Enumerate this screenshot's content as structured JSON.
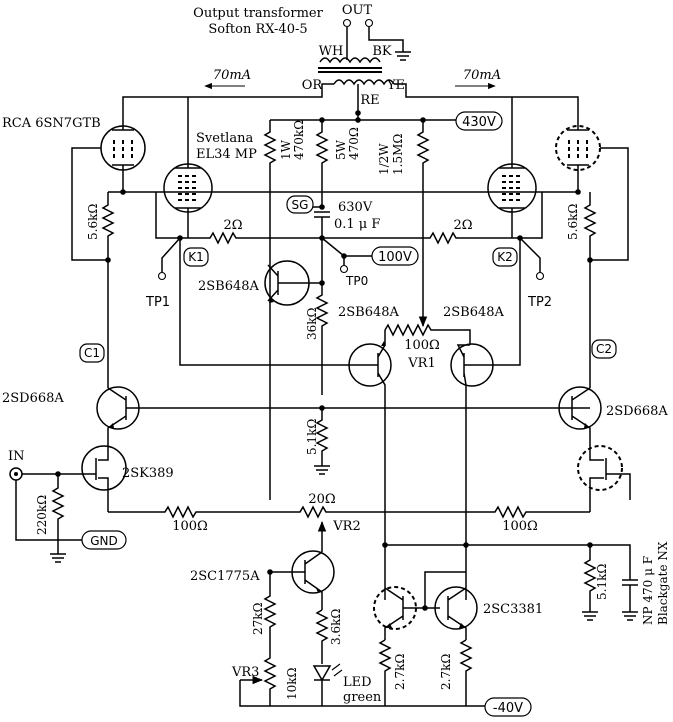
{
  "transformer": {
    "title_line1": "Output transformer",
    "title_line2": "Softon RX-40-5",
    "out": "OUT",
    "wh": "WH",
    "bk": "BK",
    "or": "OR",
    "ye": "YE",
    "re": "RE",
    "current_left": "70mA",
    "current_right": "70mA"
  },
  "tubes": {
    "driver_left": "RCA 6SN7GTB",
    "power_left_line1": "Svetlana",
    "power_left_line2": "EL34 MP"
  },
  "supply": {
    "b_plus": "430V",
    "sg_tag": "SG",
    "v100": "100V",
    "neg40": "-40V",
    "gnd": "GND",
    "in": "IN"
  },
  "components": {
    "r_1w_line1": "1W",
    "r_1w_line2": "470kΩ",
    "r_5w_line1": "5W",
    "r_5w_line2": "470Ω",
    "r_half_line1": "1/2W",
    "r_half_line2": "1.5MΩ",
    "c_sg_line1": "630V",
    "c_sg_line2": "0.1 μ F",
    "r2_left": "2Ω",
    "r2_right": "2Ω",
    "k1": "K1",
    "k2": "K2",
    "tp0": "TP0",
    "tp1": "TP1",
    "tp2": "TP2",
    "q_2sb648a_left": "2SB648A",
    "q_2sb648a_mid_left": "2SB648A",
    "q_2sb648a_mid_right": "2SB648A",
    "r_36k": "36kΩ",
    "vr1_value": "100Ω",
    "vr1_name": "VR1",
    "c1": "C1",
    "c2": "C2",
    "r_5k6_left": "5.6kΩ",
    "r_5k6_right": "5.6kΩ",
    "q_2sd668a_left": "2SD668A",
    "q_2sd668a_right": "2SD668A",
    "r_5k1_mid": "5.1kΩ",
    "q_2sk389": "2SK389",
    "r_220k": "220kΩ",
    "r_100_left": "100Ω",
    "r_100_right": "100Ω",
    "vr2_value": "20Ω",
    "vr2_name": "VR2",
    "q_2sc1775a": "2SC1775A",
    "r_27k": "27kΩ",
    "r_3k6": "3.6kΩ",
    "q_2sc3381": "2SC3381",
    "r_5k1_right": "5.1kΩ",
    "c_np_line1": "NP 470 μ F",
    "c_np_line2": "Blackgate NX",
    "vr3_name": "VR3",
    "r_10k": "10kΩ",
    "led_line1": "LED",
    "led_line2": "green",
    "r_2k7_left": "2.7kΩ",
    "r_2k7_right": "2.7kΩ"
  }
}
